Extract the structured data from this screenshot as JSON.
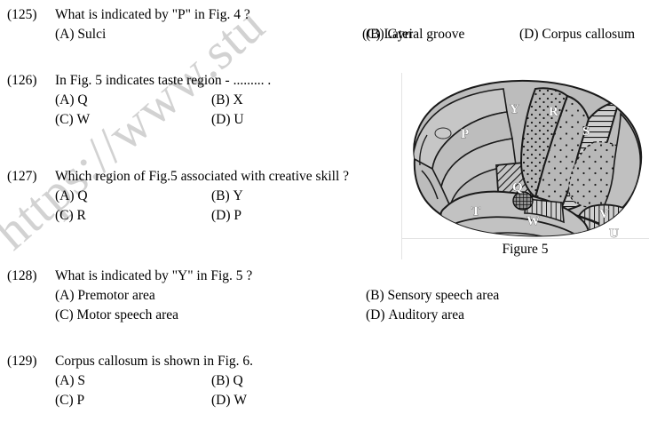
{
  "watermark": {
    "text": "https://www.stu"
  },
  "questions": [
    {
      "number": "(125)",
      "text": "What is indicated by \"P\" in Fig. 4 ?",
      "options": [
        {
          "key": "(A)",
          "label": "Sulci"
        },
        {
          "key": "(B)",
          "label": "Gyri"
        },
        {
          "key": "(C)",
          "label": "Lateral groove"
        },
        {
          "key": "(D)",
          "label": "Corpus callosum"
        }
      ]
    },
    {
      "number": "(126)",
      "text": "In Fig. 5 indicates taste region - ......... .",
      "options": [
        {
          "key": "(A)",
          "label": "Q"
        },
        {
          "key": "(B)",
          "label": "X"
        },
        {
          "key": "(C)",
          "label": "W"
        },
        {
          "key": "(D)",
          "label": "U"
        }
      ]
    },
    {
      "number": "(127)",
      "text": "Which region of Fig.5 associated with creative skill ?",
      "options": [
        {
          "key": "(A)",
          "label": "Q"
        },
        {
          "key": "(B)",
          "label": "Y"
        },
        {
          "key": "(C)",
          "label": "R"
        },
        {
          "key": "(D)",
          "label": "P"
        }
      ]
    },
    {
      "number": "(128)",
      "text": "What is indicated by \"Y\" in  Fig. 5 ?",
      "options": [
        {
          "key": "(A)",
          "label": "Premotor area"
        },
        {
          "key": "(B)",
          "label": "Sensory speech area"
        },
        {
          "key": "(C)",
          "label": "Motor speech area"
        },
        {
          "key": "(D)",
          "label": "Auditory area"
        }
      ]
    },
    {
      "number": "(129)",
      "text": "Corpus callosum is shown in Fig. 6.",
      "options": [
        {
          "key": "(A)",
          "label": "S"
        },
        {
          "key": "(B)",
          "label": "Q"
        },
        {
          "key": "(C)",
          "label": "P"
        },
        {
          "key": "(D)",
          "label": "W"
        }
      ]
    }
  ],
  "figure": {
    "caption": "Figure 5",
    "alt": "lateral view of human brain with shaded functional regions",
    "labels": [
      {
        "id": "P",
        "text": "P"
      },
      {
        "id": "Y",
        "text": "Y"
      },
      {
        "id": "Q",
        "text": "Q"
      },
      {
        "id": "R",
        "text": "R"
      },
      {
        "id": "S",
        "text": "S"
      },
      {
        "id": "V",
        "text": "V"
      },
      {
        "id": "W",
        "text": "W"
      },
      {
        "id": "T",
        "text": "T"
      },
      {
        "id": "U",
        "text": "U"
      }
    ],
    "colors": {
      "brain_fill": "#b9b9b9",
      "brain_fill_light": "#c9c9c9",
      "brain_fill_dark": "#a9a9a9",
      "outline": "#1a1a1a",
      "label_text": "#ffffff"
    }
  }
}
